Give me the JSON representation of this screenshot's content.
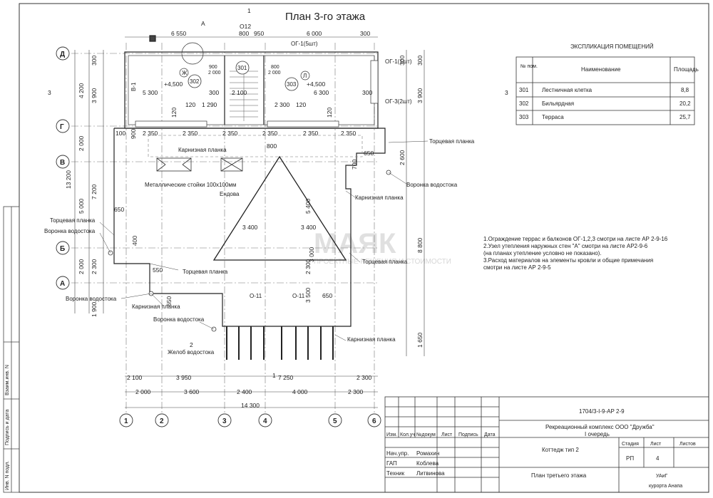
{
  "plan": {
    "title": "План 3-го этажа",
    "watermark": "МАЯК",
    "watermark_sub": "ПРОЕКТНЫЕ РЕШЕНИЯ И СТОИМОСТИ"
  },
  "axes": {
    "rows": [
      "Д",
      "Г",
      "В",
      "Б",
      "А"
    ],
    "cols": [
      "1",
      "2",
      "3",
      "4",
      "5",
      "6"
    ]
  },
  "dims": {
    "top": [
      "6 550",
      "800",
      "950",
      "6 000",
      "300",
      "O12",
      "300",
      "300",
      "300"
    ],
    "bottom_row1": [
      "2 100",
      "3 950",
      "7 250",
      "2 300"
    ],
    "bottom_row2": [
      "2 000",
      "3 600",
      "2 400",
      "4 000",
      "2 300"
    ],
    "bottom_total": "14 300",
    "left": [
      "300",
      "4 200",
      "3 900",
      "2 000",
      "7 200",
      "5 000",
      "2 000",
      "2 300",
      "1 900",
      "13 200"
    ],
    "right": [
      "300",
      "3 900",
      "2 600",
      "8 800",
      "1 650",
      "300"
    ],
    "inner": [
      "2 350",
      "2 350",
      "2 350",
      "2 350",
      "2 350",
      "2 350",
      "800",
      "650",
      "700",
      "650",
      "400",
      "550",
      "650",
      "3 400",
      "3 400",
      "5 400",
      "3 500",
      "3 000",
      "2 300",
      "650",
      "100",
      "900",
      "120",
      "120",
      "120",
      "120",
      "1 290",
      "2 300",
      "5 300",
      "2 100",
      "6 300",
      "300",
      "300",
      "+4,500",
      "+4,500",
      "900",
      "2 000",
      "800",
      "2 000"
    ]
  },
  "rooms": [
    {
      "num": "302",
      "letter": "Ж"
    },
    {
      "num": "301",
      "letter": ""
    },
    {
      "num": "303",
      "letter": "Л"
    }
  ],
  "labels": {
    "og1_5": "ОГ-1(5шт)",
    "og1_1": "ОГ-1(1шт)",
    "og3_2": "ОГ-3(2шт)",
    "v1": "В-1",
    "a_mark": "А",
    "karniz1": "Карнизная планка",
    "karniz2": "Карнизная планка",
    "karniz3": "Карнизная планка",
    "karniz4": "Карнизная планка",
    "tortsevaya1": "Торцевая планка",
    "tortsevaya2": "Торцевая планка",
    "tortsevaya3": "Торцевая планка",
    "tortsevaya4": "Торцевая планка",
    "voronka1": "Воронка водостока",
    "voronka2": "Воронка водостока",
    "voronka3": "Воронка водостока",
    "voronka4": "Воронка водостока",
    "stoyki": "Металлические стойки 100х100мм",
    "endova": "Ендова",
    "zhelob": "Желоб водостока",
    "o11a": "О-11",
    "o11b": "О-11",
    "sec1": "1",
    "sec2": "2",
    "sec3": "3"
  },
  "notes": [
    "1.Ограждение террас и балконов ОГ-1,2,3 смотри на листе АР 2-9-16",
    "2.Узел утепления наружных стен \"А\" смотри на листе АР2-9-6",
    "(на планах утепление условно не показано).",
    "3.Расход материалов на элементы кровли и общие примечания",
    "смотри на листе АР 2-9-5"
  ],
  "explication": {
    "title": "ЭКСПЛИКАЦИЯ ПОМЕЩЕНИЙ",
    "headers": [
      "№ пом.",
      "Наименование",
      "Площадь"
    ],
    "rows": [
      [
        "301",
        "Лестничная клетка",
        "8,8"
      ],
      [
        "302",
        "Бильярдная",
        "20,2"
      ],
      [
        "303",
        "Терраса",
        "25,7"
      ]
    ]
  },
  "stamp": {
    "code": "1704/3-I-9-АР 2-9",
    "org": "Рекреационный комплекс ООО \"Дружба\"",
    "stage_queue": "I очередь",
    "object": "Коттедж тип 2",
    "sheet_name": "План третьего этажа",
    "col_headers": [
      "Изм.",
      "Кол.уч",
      "№докум",
      "Лист",
      "Подпись",
      "Дата"
    ],
    "stage_headers": [
      "Стадия",
      "Лист",
      "Листов"
    ],
    "stage_values": [
      "РП",
      "4",
      ""
    ],
    "staff": [
      [
        "Нач.упр.",
        "Ромахин"
      ],
      [
        "ГАП",
        "Коблева"
      ],
      [
        "Техник",
        "Литвинова"
      ]
    ],
    "company1": "УАиГ",
    "company2": "курорта Анапа"
  },
  "side_strip": [
    "Взаим.инв. N",
    "Подпись и дата",
    "Инв. N подл."
  ]
}
